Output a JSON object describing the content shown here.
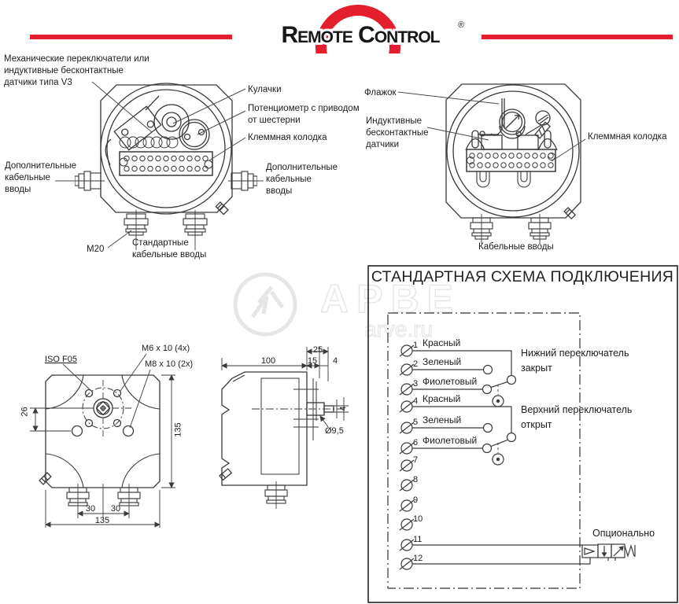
{
  "brand": {
    "name": "Remote Control",
    "registered": "®",
    "red": "#e31e2d"
  },
  "top_left_view": {
    "switches_label": "Механические переключатели или\nиндуктивные бесконтактные\nдатчики типа V3",
    "cams_label": "Кулачки",
    "potentiometer_label": "Потенциометр с приводом\nот шестерни",
    "terminal_block_label": "Клеммная колодка",
    "additional_cable_left_label": "Дополнительные\nкабельные\nвводы",
    "additional_cable_right_label": "Дополнительные\nкабельные\nвводы",
    "m20_label": "M20",
    "standard_cable_label": "Стандартные\nкабельные вводы"
  },
  "top_right_view": {
    "flag_label": "Флажок",
    "inductive_label": "Индуктивные\nбесконтактные\nдатчики",
    "terminal_block_label": "Клеммная колодка",
    "cable_entries_label": "Кабельные вводы"
  },
  "bottom_view": {
    "iso_label": "ISO F05",
    "m6_label": "M6 x 10 (4x)",
    "m8_label": "M8 x 10 (2x)",
    "dim_26": "26",
    "dim_135_right": "135",
    "dim_30_left": "30",
    "dim_30_right": "30",
    "dim_135_bottom": "135"
  },
  "side_view": {
    "dim_100": "100",
    "dim_25": "25",
    "dim_15": "15",
    "dim_4_top": "4",
    "dim_4_side": "4",
    "dia_label": "Ø9,5"
  },
  "schematic": {
    "title": "СТАНДАРТНАЯ СХЕМА ПОДКЛЮЧЕНИЯ",
    "lower_switch_label": "Нижний переключатель\nзакрыт",
    "upper_switch_label": "Верхний переключатель\nоткрыт",
    "optional_label": "Опционально",
    "terminals": [
      {
        "n": "1",
        "wire": "Красный"
      },
      {
        "n": "2",
        "wire": "Зеленый"
      },
      {
        "n": "3",
        "wire": "Фиолетовый"
      },
      {
        "n": "4",
        "wire": "Красный"
      },
      {
        "n": "5",
        "wire": "Зеленый"
      },
      {
        "n": "6",
        "wire": "Фиолетовый"
      },
      {
        "n": "7",
        "wire": ""
      },
      {
        "n": "8",
        "wire": ""
      },
      {
        "n": "9",
        "wire": ""
      },
      {
        "n": "10",
        "wire": ""
      },
      {
        "n": "11",
        "wire": ""
      },
      {
        "n": "12",
        "wire": ""
      }
    ]
  },
  "watermark": {
    "big": "АРВЕ",
    "small": "arve.ru"
  }
}
